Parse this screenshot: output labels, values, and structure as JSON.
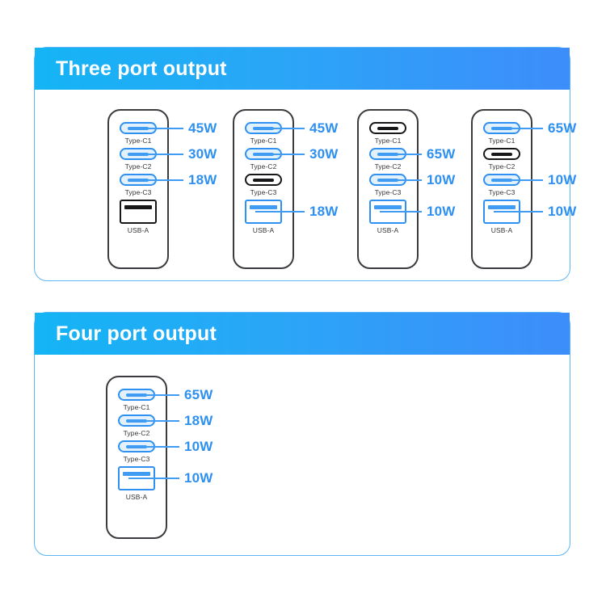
{
  "theme": {
    "accent": "#2e90f0",
    "accent_line": "#3f9cf2",
    "header_gradient_from": "#14b4f5",
    "header_gradient_to": "#3d8dfb",
    "card_border": "#5cb4f5",
    "device_outline": "#3b3b40",
    "inactive_port": "#17171a",
    "label_text": "#35353a",
    "background": "#ffffff"
  },
  "sections": [
    {
      "id": "three-port-output",
      "title": "Three port output",
      "devices": [
        {
          "id": "three-port-device-1",
          "ports": [
            {
              "type": "usb-c",
              "label": "Type-C1",
              "active": true,
              "watt": "45W"
            },
            {
              "type": "usb-c",
              "label": "Type-C2",
              "active": true,
              "watt": "30W"
            },
            {
              "type": "usb-c",
              "label": "Type-C3",
              "active": true,
              "watt": "18W"
            },
            {
              "type": "usb-a",
              "label": "USB-A",
              "active": false,
              "watt": ""
            }
          ]
        },
        {
          "id": "three-port-device-2",
          "ports": [
            {
              "type": "usb-c",
              "label": "Type-C1",
              "active": true,
              "watt": "45W"
            },
            {
              "type": "usb-c",
              "label": "Type-C2",
              "active": true,
              "watt": "30W"
            },
            {
              "type": "usb-c",
              "label": "Type-C3",
              "active": false,
              "watt": ""
            },
            {
              "type": "usb-a",
              "label": "USB-A",
              "active": true,
              "watt": "18W"
            }
          ]
        },
        {
          "id": "three-port-device-3",
          "ports": [
            {
              "type": "usb-c",
              "label": "Type-C1",
              "active": false,
              "watt": ""
            },
            {
              "type": "usb-c",
              "label": "Type-C2",
              "active": true,
              "watt": "65W"
            },
            {
              "type": "usb-c",
              "label": "Type-C3",
              "active": true,
              "watt": "10W"
            },
            {
              "type": "usb-a",
              "label": "USB-A",
              "active": true,
              "watt": "10W"
            }
          ]
        },
        {
          "id": "three-port-device-4",
          "ports": [
            {
              "type": "usb-c",
              "label": "Type-C1",
              "active": true,
              "watt": "65W"
            },
            {
              "type": "usb-c",
              "label": "Type-C2",
              "active": false,
              "watt": ""
            },
            {
              "type": "usb-c",
              "label": "Type-C3",
              "active": true,
              "watt": "10W"
            },
            {
              "type": "usb-a",
              "label": "USB-A",
              "active": true,
              "watt": "10W"
            }
          ]
        }
      ]
    },
    {
      "id": "four-port-output",
      "title": "Four port output",
      "devices": [
        {
          "id": "four-port-device-1",
          "ports": [
            {
              "type": "usb-c",
              "label": "Type-C1",
              "active": true,
              "watt": "65W"
            },
            {
              "type": "usb-c",
              "label": "Type-C2",
              "active": true,
              "watt": "18W"
            },
            {
              "type": "usb-c",
              "label": "Type-C3",
              "active": true,
              "watt": "10W"
            },
            {
              "type": "usb-a",
              "label": "USB-A",
              "active": true,
              "watt": "10W"
            }
          ]
        }
      ]
    }
  ],
  "layout": {
    "three_device_left": [
      90,
      245,
      399,
      540
    ],
    "three_watt_left": [
      190,
      340,
      485,
      635
    ],
    "four_device_left": [
      88
    ],
    "four_watt_left": [
      185
    ]
  }
}
